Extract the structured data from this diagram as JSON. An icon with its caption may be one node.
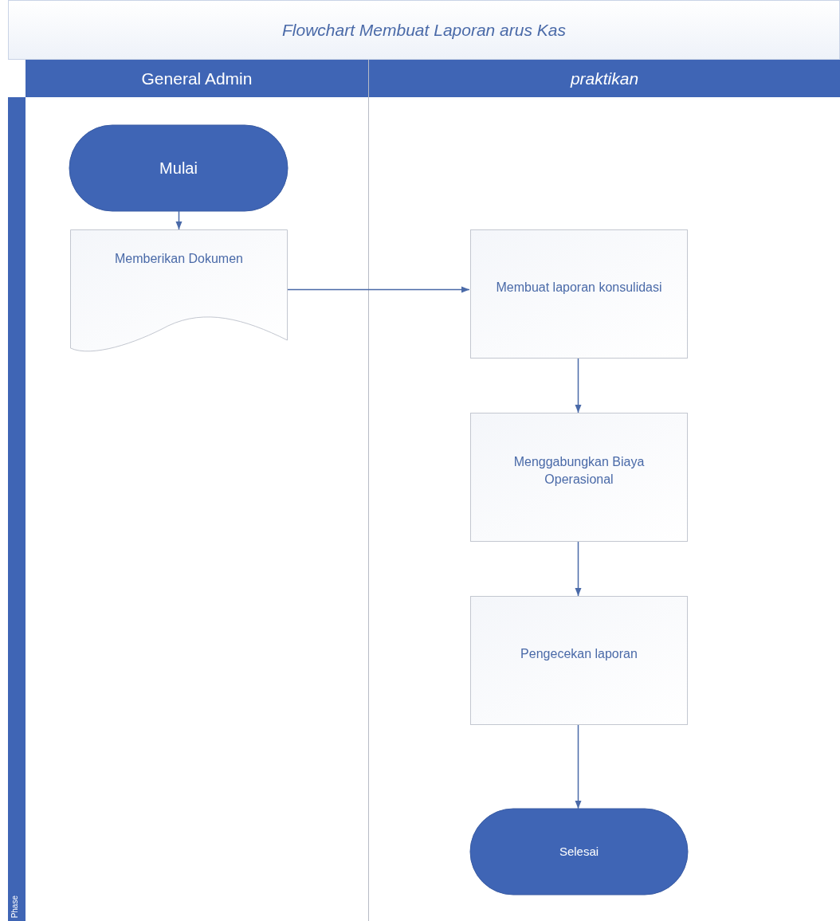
{
  "diagram": {
    "title": "Flowchart Membuat Laporan arus Kas",
    "nodes": [
      {
        "text": [
          "General Admin"
        ]
      },
      {
        "text": [
          "praktikan"
        ]
      },
      {
        "text": [
          "Mulai"
        ],
        "in": 0
      },
      {
        "text": [
          "Memberikan Dokumen"
        ],
        "in": 0
      },
      {
        "text": [
          "Membuat laporan konsulidasi"
        ],
        "in": 1
      },
      {
        "text": [
          "Menggabungkan Biaya Operasional"
        ],
        "in": 1
      },
      {
        "text": [
          "Pengecekan laporan"
        ],
        "in": 1
      },
      {
        "text": [
          "Selesai"
        ],
        "in": 1
      }
    ],
    "edges": [
      {
        "from": 2,
        "to": 3,
        "arrow": "to"
      },
      {
        "from": 3,
        "to": 4,
        "arrow": "to"
      },
      {
        "from": 4,
        "to": 5,
        "arrow": "to"
      },
      {
        "from": 5,
        "to": 6,
        "arrow": "to"
      },
      {
        "from": 6,
        "to": 7,
        "arrow": "to"
      }
    ],
    "labels": [
      "Phase"
    ]
  }
}
